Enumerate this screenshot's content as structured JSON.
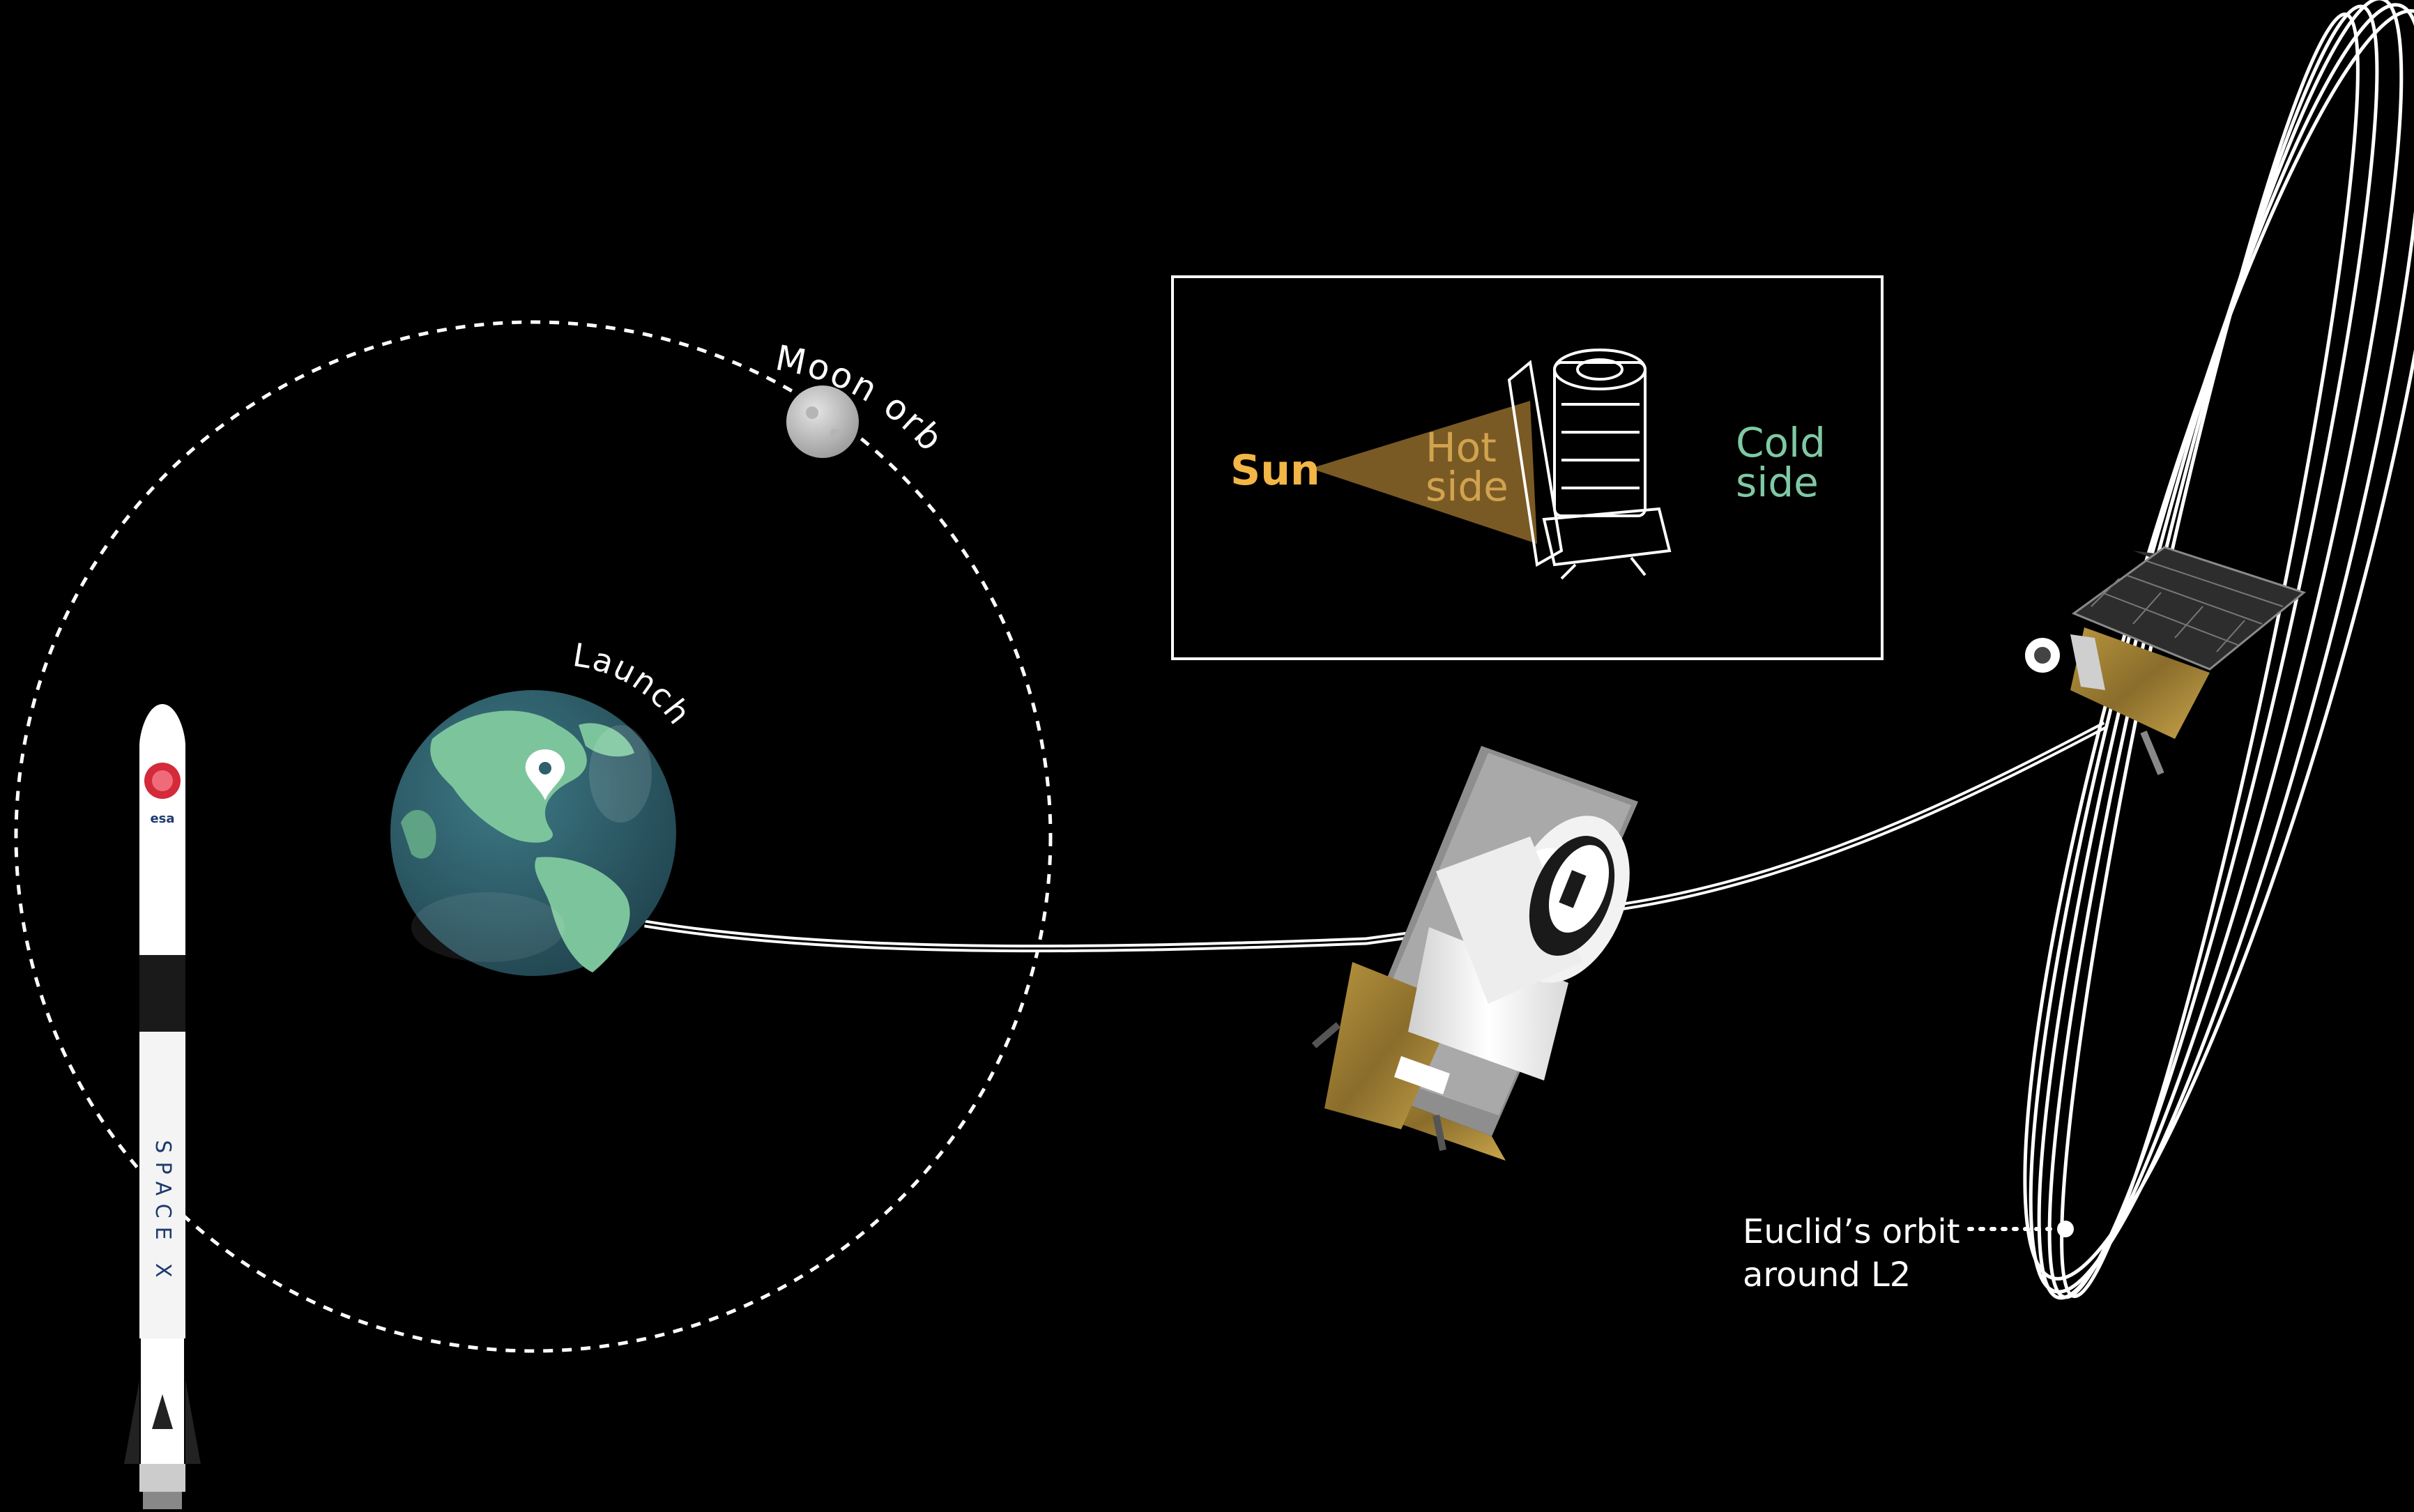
{
  "labels": {
    "moon_orbit": "Moon orbit",
    "launch": "Launch",
    "sun": "Sun",
    "hot_side_line1": "Hot",
    "hot_side_line2": "side",
    "cold_side_line1": "Cold",
    "cold_side_line2": "side",
    "orbit_label_line1": "Euclid’s orbit",
    "orbit_label_line2": "around L2"
  },
  "rocket_text": {
    "brand_vertical": "SPACE X",
    "logo_text": "esa"
  },
  "icons": {
    "rocket": "falcon-9-rocket-icon",
    "earth": "earth-globe-icon",
    "launch_pin": "map-pin-icon",
    "moon": "moon-icon",
    "telescope_outline": "euclid-outline-icon",
    "spacecraft_large": "euclid-spacecraft-icon",
    "spacecraft_small": "euclid-spacecraft-small-icon",
    "l2_marker": "l2-point-icon"
  },
  "colors": {
    "background": "#000000",
    "sun": "#f2b646",
    "hot_side": "#d1a34f",
    "hot_side_cone": "#7a5a24",
    "cold_side": "#7fc9a4",
    "lines": "#ffffff",
    "earth_ocean": "#2f5f6b",
    "earth_land": "#7cc59c"
  }
}
